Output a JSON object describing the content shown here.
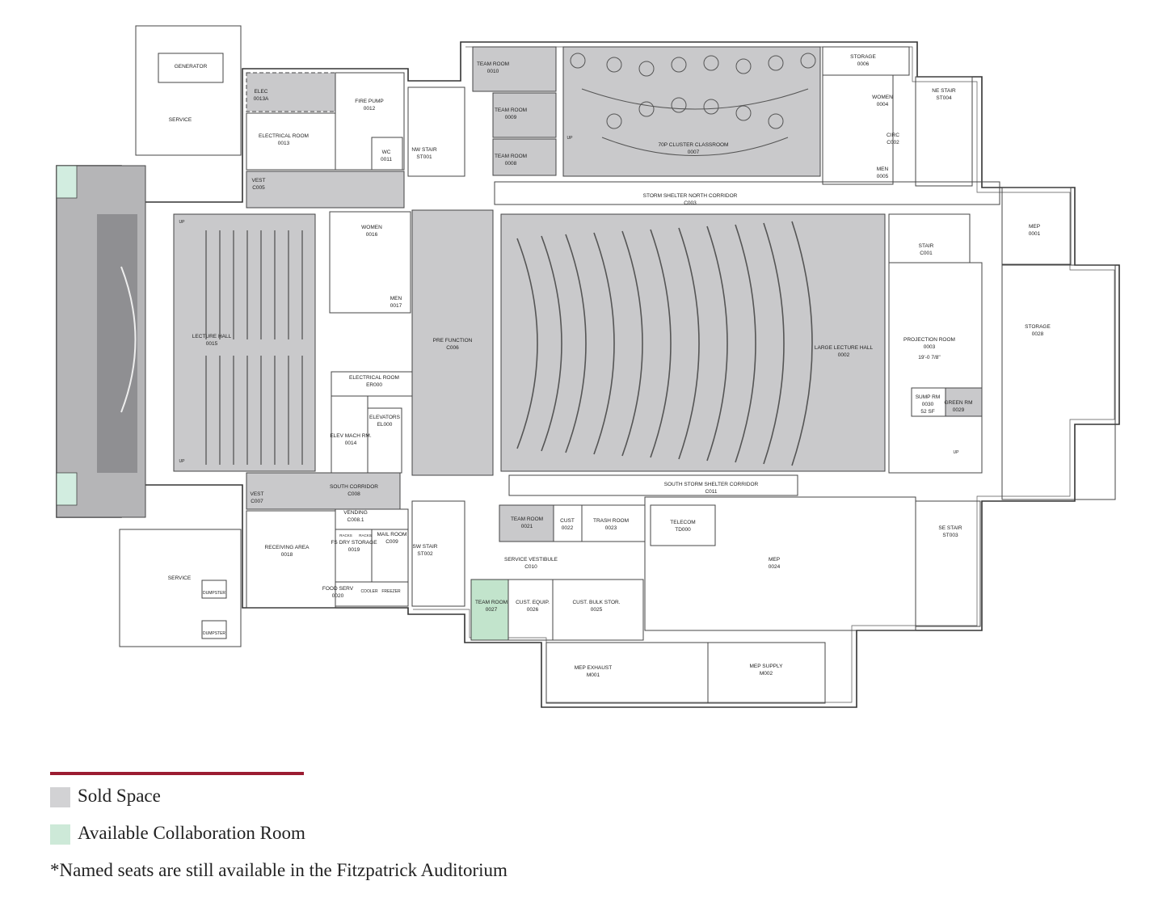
{
  "colors": {
    "sold": "#c9c9cb",
    "available": "#c2e4cc",
    "rule": "#9b1c31"
  },
  "rooms": {
    "generator": "GENERATOR",
    "service_n": "SERVICE",
    "elec_0013a": [
      "ELEC",
      "0013A"
    ],
    "fire_pump": [
      "FIRE PUMP",
      "0012"
    ],
    "electrical_0013": [
      "ELECTRICAL ROOM",
      "0013"
    ],
    "wc": [
      "WC",
      "0011"
    ],
    "nw_stair": [
      "NW STAIR",
      "ST001"
    ],
    "team_0010": [
      "TEAM ROOM",
      "0010"
    ],
    "team_0009": [
      "TEAM ROOM",
      "0009"
    ],
    "team_0008": [
      "TEAM ROOM",
      "0008"
    ],
    "cluster_classroom": [
      "70P CLUSTER CLASSROOM",
      "0007"
    ],
    "storage_0006": [
      "STORAGE",
      "0006"
    ],
    "women_0004": [
      "WOMEN",
      "0004"
    ],
    "circ_c002": [
      "CIRC",
      "C002"
    ],
    "men_0005": [
      "MEN",
      "0005"
    ],
    "ne_stair": [
      "NE STAIR",
      "ST004"
    ],
    "vest_c005": [
      "VEST",
      "C005"
    ],
    "north_corridor": [
      "STORM SHELTER NORTH CORRIDOR",
      "C003"
    ],
    "mep_0001": [
      "MEP",
      "0001"
    ],
    "stair_c001": [
      "STAIR",
      "C001"
    ],
    "women_0016": [
      "WOMEN",
      "0016"
    ],
    "men_0017": [
      "MEN",
      "0017"
    ],
    "lecture_hall": [
      "LECTURE HALL",
      "0015"
    ],
    "pre_function": [
      "PRE FUNCTION",
      "C006"
    ],
    "large_lecture": [
      "LARGE LECTURE HALL",
      "0002"
    ],
    "projection": [
      "PROJECTION ROOM",
      "0003"
    ],
    "projection_dim": "19'-0 7/8\"",
    "storage_0028": [
      "STORAGE",
      "0028"
    ],
    "electrical_er000": [
      "ELECTRICAL ROOM",
      "ER000"
    ],
    "elevators": [
      "ELEVATORS",
      "EL000"
    ],
    "elev_mach": [
      "ELEV MACH RM.",
      "0014"
    ],
    "sump": [
      "SUMP RM",
      "0030",
      "52 SF"
    ],
    "green_rm": [
      "GREEN RM",
      "0029"
    ],
    "south_corridor": [
      "SOUTH CORRIDOR",
      "C008"
    ],
    "south_storm": [
      "SOUTH STORM SHELTER CORRIDOR",
      "C011"
    ],
    "vest_c007": [
      "VEST",
      "C007"
    ],
    "vending": [
      "VENDING",
      "C008.1"
    ],
    "racks1": "RACKS",
    "racks2": "RACKS",
    "dry_storage": [
      "FS DRY STORAGE",
      "0019"
    ],
    "mail_room": [
      "MAIL ROOM",
      "C009"
    ],
    "sw_stair": [
      "SW STAIR",
      "ST002"
    ],
    "team_0021": [
      "TEAM ROOM",
      "0021"
    ],
    "cust_0022": [
      "CUST",
      "0022"
    ],
    "trash_room": [
      "TRASH ROOM",
      "0023"
    ],
    "telecom": [
      "TELECOM",
      "TD000"
    ],
    "se_stair": [
      "SE STAIR",
      "ST003"
    ],
    "receiving": [
      "RECEIVING AREA",
      "0018"
    ],
    "service_vestibule": [
      "SERVICE VESTIBULE",
      "C010"
    ],
    "mep_0024": [
      "MEP",
      "0024"
    ],
    "food_serv": [
      "FOOD SERV",
      "0020"
    ],
    "cooler": "COOLER",
    "freezer": "FREEZER",
    "service_s": "SERVICE",
    "dumpster1": "DUMPSTER",
    "dumpster2": "DUMPSTER",
    "team_0027": [
      "TEAM ROOM",
      "0027"
    ],
    "cust_equip": [
      "CUST. EQUIP.",
      "0026"
    ],
    "cust_bulk": [
      "CUST. BULK STOR.",
      "0025"
    ],
    "mep_exhaust": [
      "MEP EXHAUST",
      "M001"
    ],
    "mep_supply": [
      "MEP SUPPLY",
      "M002"
    ],
    "up": "UP"
  },
  "legend": {
    "sold": "Sold Space",
    "available": "Available Collaboration Room",
    "note": "*Named seats are still available in the Fitzpatrick Auditorium"
  }
}
